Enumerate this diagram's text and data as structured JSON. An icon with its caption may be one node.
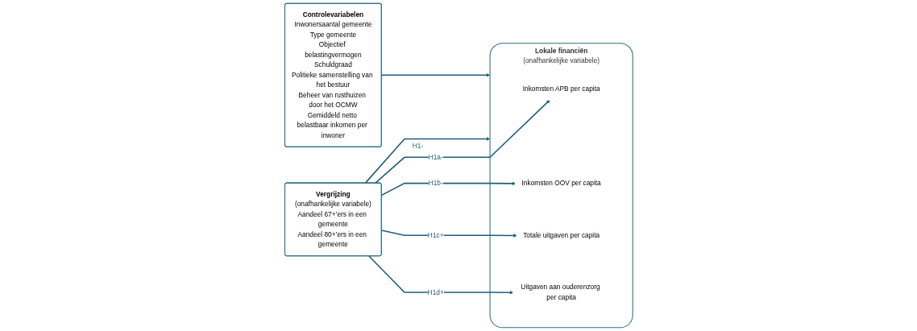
{
  "diagram": {
    "nodes": [
      {
        "text": [
          "Vergrijzing",
          "(onafhankelijke variabele)",
          "Aandeel 67+’ers in een gemeente",
          "Aandeel 80+’ers in een gemeente"
        ]
      },
      {
        "text": [
          "Lokale financiën",
          "(onafhankelijke variabele)"
        ]
      },
      {
        "text": [
          "Inkomsten APB per capita"
        ],
        "in": 1
      },
      {
        "text": [
          "Inkomsten OOV per capita"
        ],
        "in": 1
      },
      {
        "text": [
          "Totale uitgaven per capita"
        ],
        "in": 1
      },
      {
        "text": [
          "Uitgaven aan ouderenzorg per capita"
        ],
        "in": 1
      },
      {
        "text": [
          "Controlevariabelen",
          "Inwonersaantal gemeente",
          "Type gemeente",
          "Objectief belastingvermogen",
          "Schuldgraad",
          "Politieke samenstelling van het bestuur",
          "Beheer van rusthuizen door het OCMW",
          "Gemiddeld netto belastbaar inkomen per inwoner"
        ]
      }
    ],
    "edges": [
      {
        "from": 0,
        "to": 1,
        "arrow": "to",
        "label": "H1-"
      },
      {
        "from": 0,
        "to": 2,
        "arrow": "to",
        "label": "H1a-"
      },
      {
        "from": 0,
        "to": 3,
        "arrow": "to",
        "label": "H1b-"
      },
      {
        "from": 0,
        "to": 4,
        "arrow": "to",
        "label": "H1c+"
      },
      {
        "from": 0,
        "to": 5,
        "arrow": "to",
        "label": "H1d+"
      },
      {
        "from": 6,
        "to": 1,
        "arrow": "to"
      }
    ]
  }
}
